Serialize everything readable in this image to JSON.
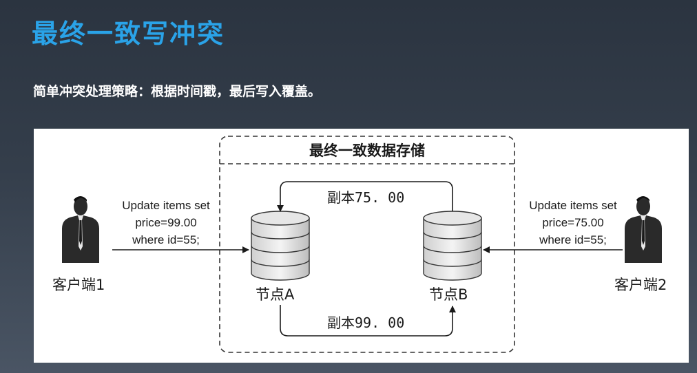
{
  "slide": {
    "title": "最终一致写冲突",
    "subtitle": "简单冲突处理策略：根据时间戳，最后写入覆盖。"
  },
  "diagram": {
    "store_title": "最终一致数据存储",
    "client1": {
      "label": "客户端1",
      "sql": [
        "Update items set",
        "price=99.00",
        "where id=55;"
      ]
    },
    "client2": {
      "label": "客户端2",
      "sql": [
        "Update items set",
        "price=75.00",
        "where id=55;"
      ]
    },
    "node_a": {
      "label": "节点A"
    },
    "node_b": {
      "label": "节点B"
    },
    "replica_to_a": "副本75. 00",
    "replica_to_b": "副本99. 00",
    "icons": [
      "person-icon",
      "database-icon"
    ]
  }
}
